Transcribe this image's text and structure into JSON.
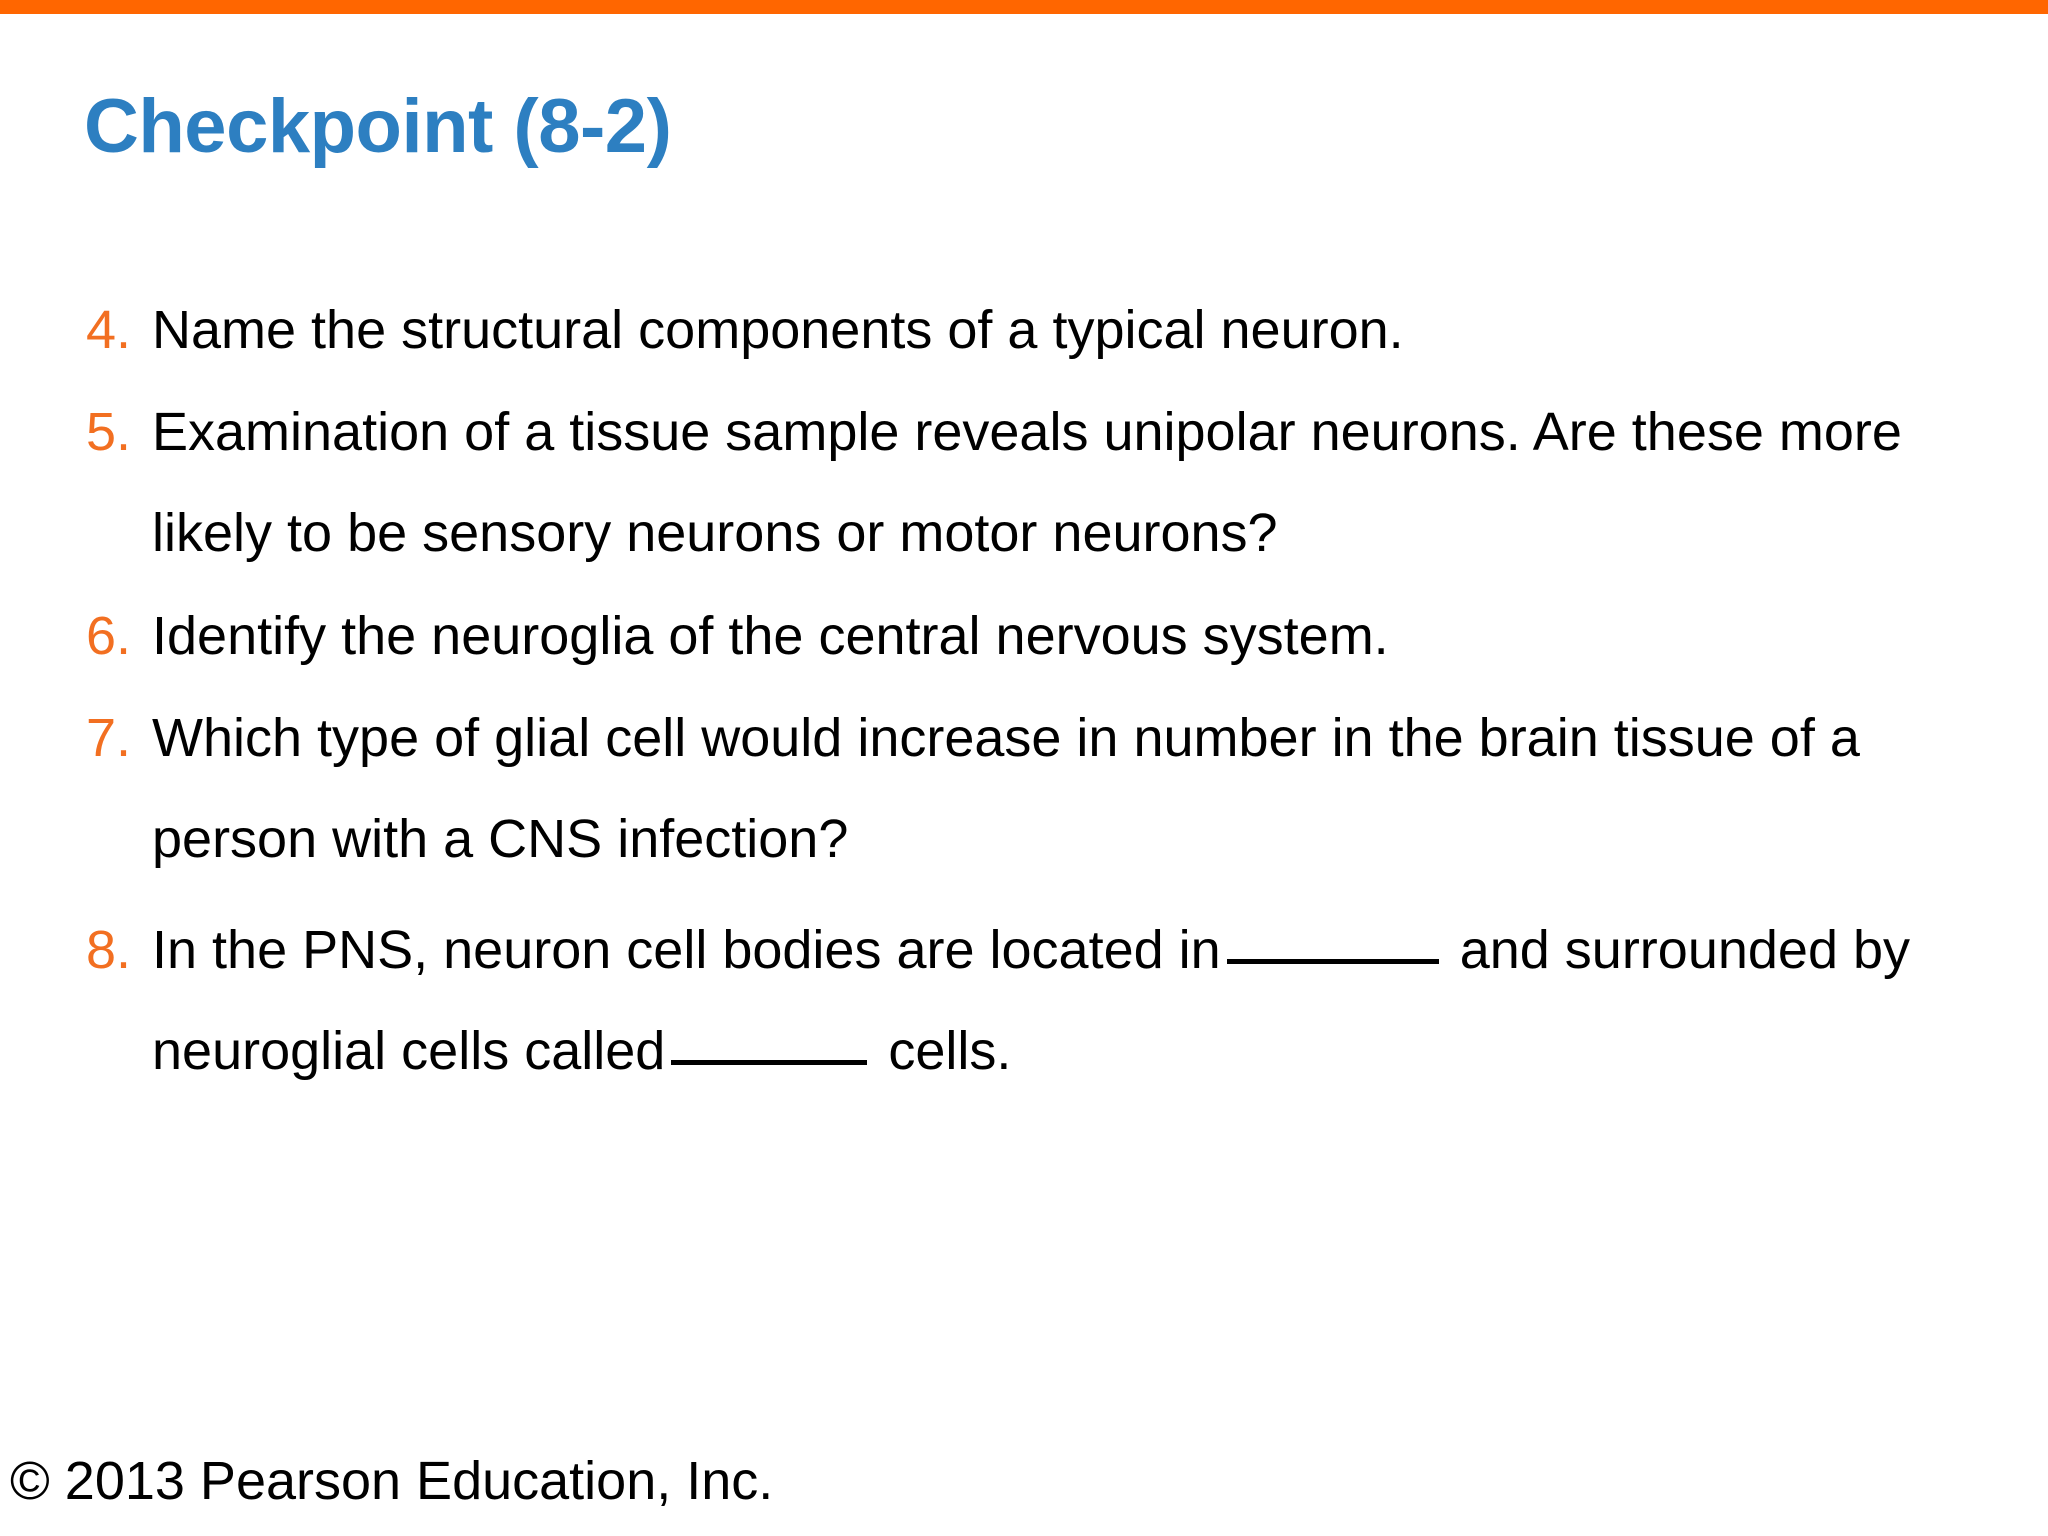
{
  "slide": {
    "title": "Checkpoint (8-2)",
    "accent_bar_color": "#FF6600",
    "title_color": "#2D7FC1",
    "number_color": "#F26F21",
    "body_color": "#000000",
    "background_color": "#FFFFFF"
  },
  "questions": [
    {
      "number": "4.",
      "text": "Name the structural components of a typical neuron."
    },
    {
      "number": "5.",
      "text": "Examination of a tissue sample reveals unipolar neurons. Are these more likely to be sensory neurons or motor neurons?"
    },
    {
      "number": "6.",
      "text": "Identify the neuroglia of the central nervous system."
    },
    {
      "number": "7.",
      "text": "Which type of glial cell would increase in number in the brain tissue of a person with a CNS infection?"
    },
    {
      "number": "8.",
      "text_part_1": "In the PNS, neuron cell bodies are located in",
      "blank_1": "________",
      "text_part_2": "and surrounded by neuroglial cells called",
      "blank_2": "________",
      "text_part_3": "cells."
    }
  ],
  "footer": {
    "copyright": "© 2013 Pearson Education, Inc."
  }
}
